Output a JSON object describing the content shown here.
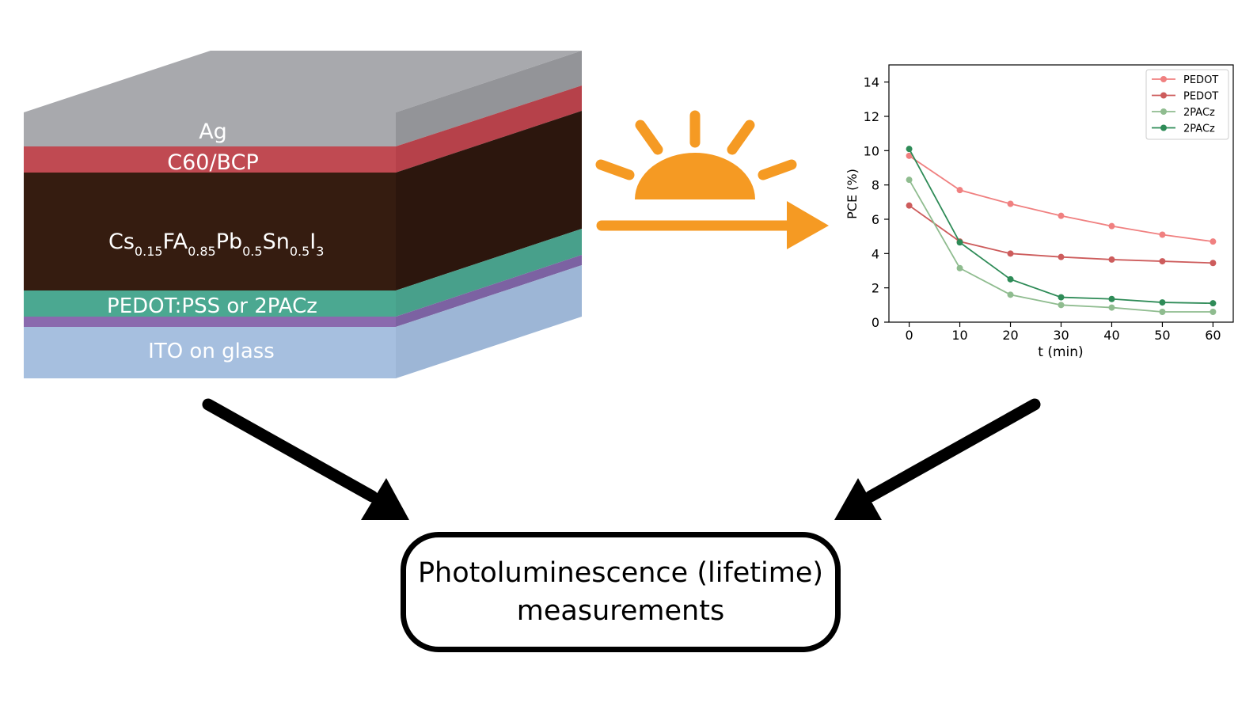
{
  "device": {
    "layers": [
      {
        "label": "Ag",
        "color": "#a8a9ad"
      },
      {
        "label": "C60/BCP",
        "color": "#c04a52"
      },
      {
        "label": "Cs0.15FA0.85Pb0.5Sn0.5I3",
        "color": "#351c10"
      },
      {
        "label": "PEDOT:PSS or 2PACz",
        "color": "#4ba891"
      },
      {
        "label": "",
        "color": "#8a6aae"
      },
      {
        "label": "ITO on glass",
        "color": "#a6bfdf"
      }
    ],
    "absorber_formula": {
      "parts": [
        {
          "text": "Cs",
          "sub": "0.15"
        },
        {
          "text": "FA",
          "sub": "0.85"
        },
        {
          "text": "Pb",
          "sub": "0.5"
        },
        {
          "text": "Sn",
          "sub": "0.5"
        },
        {
          "text": "I",
          "sub": "3"
        }
      ]
    }
  },
  "illumination": {
    "icon": "sun-icon",
    "color": "#f59a23"
  },
  "result_box": {
    "line1": "Photoluminescence (lifetime)",
    "line2": "measurements"
  },
  "chart_data": {
    "type": "line",
    "xlabel": "t (min)",
    "ylabel": "PCE (%)",
    "xlim": [
      -4,
      64
    ],
    "ylim": [
      0,
      15
    ],
    "xticks": [
      0,
      10,
      20,
      30,
      40,
      50,
      60
    ],
    "yticks": [
      0,
      2,
      4,
      6,
      8,
      10,
      12,
      14
    ],
    "x": [
      0,
      10,
      20,
      30,
      40,
      50,
      60
    ],
    "legend_position": "top-right",
    "series": [
      {
        "name": "PEDOT",
        "color": "#f08080",
        "values": [
          9.7,
          7.7,
          6.9,
          6.2,
          5.6,
          5.1,
          4.7
        ]
      },
      {
        "name": "PEDOT",
        "color": "#cd5c5c",
        "values": [
          6.8,
          4.7,
          4.0,
          3.8,
          3.65,
          3.55,
          3.45
        ]
      },
      {
        "name": "2PACz",
        "color": "#8fbc8f",
        "values": [
          8.3,
          3.15,
          1.6,
          1.0,
          0.85,
          0.6,
          0.6
        ]
      },
      {
        "name": "2PACz",
        "color": "#2e8b57",
        "values": [
          10.1,
          4.65,
          2.5,
          1.45,
          1.35,
          1.15,
          1.1
        ]
      }
    ]
  }
}
